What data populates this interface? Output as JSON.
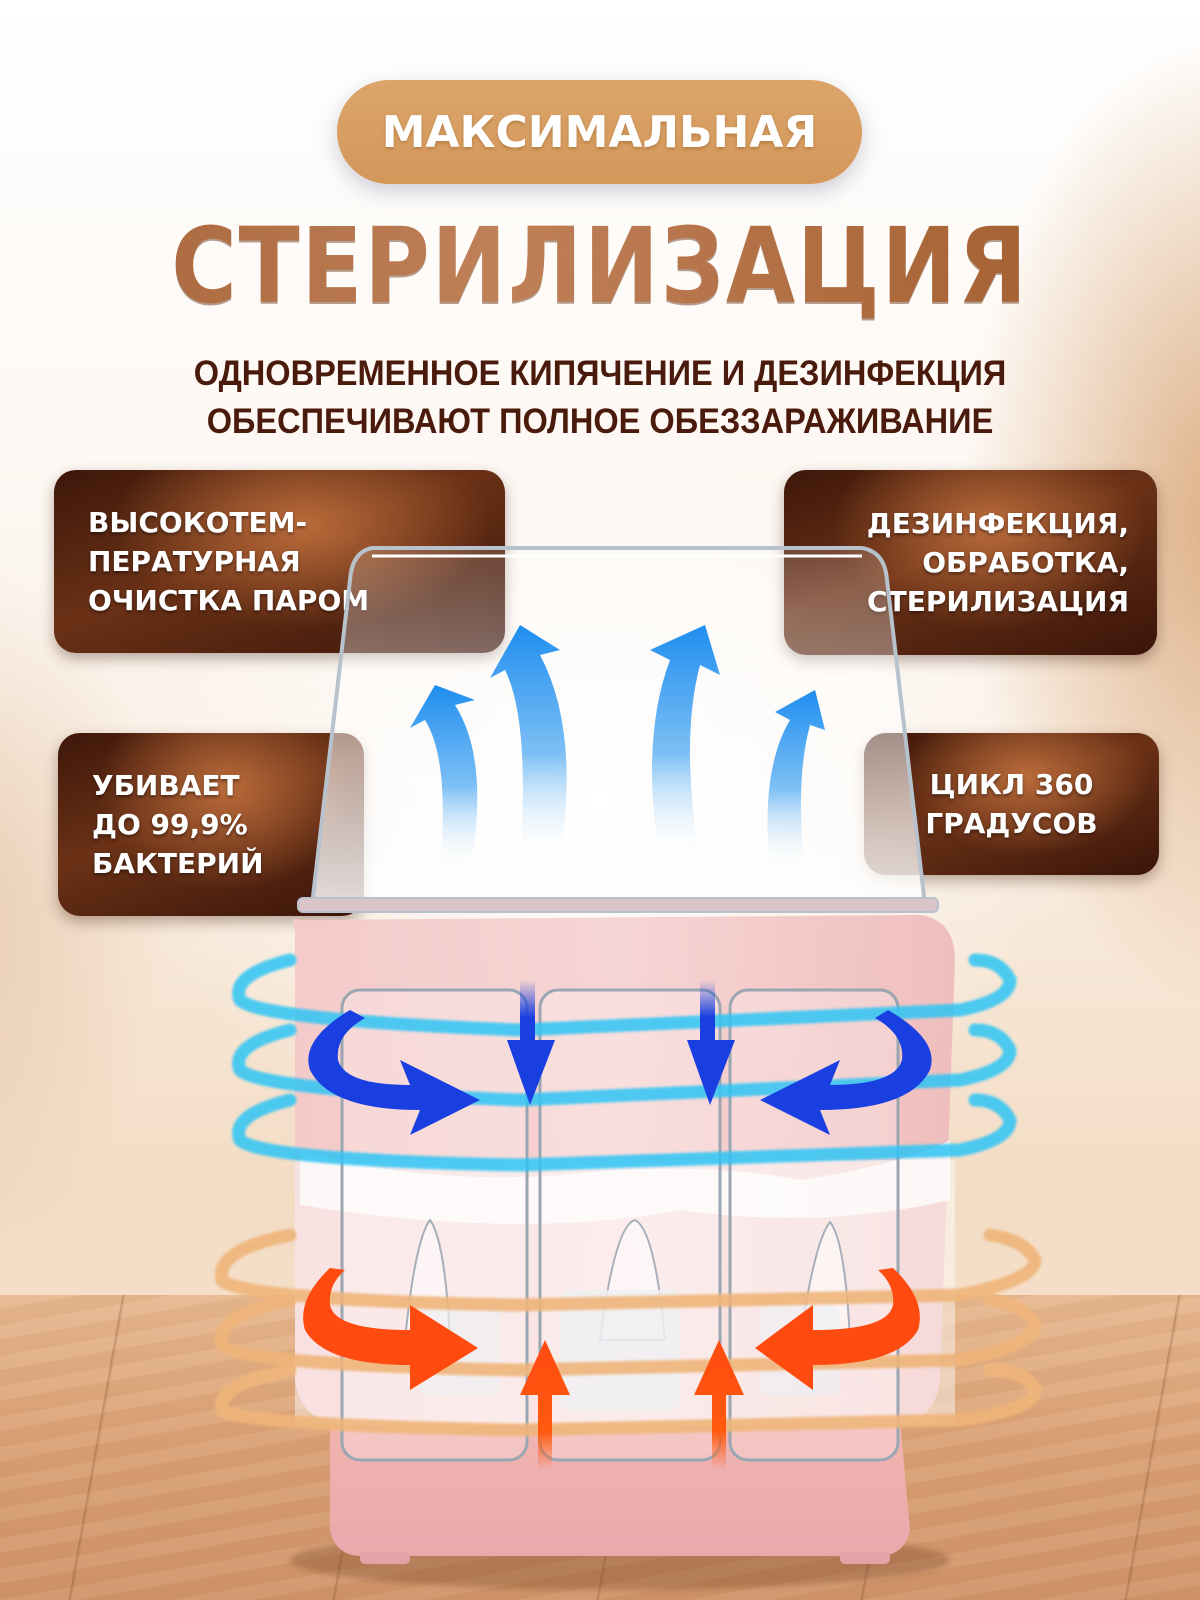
{
  "header": {
    "pill_label": "МАКСИМАЛЬНАЯ",
    "title": "СТЕРИЛИЗАЦИЯ",
    "subtitle_lines": [
      "ОДНОВРЕМЕННОЕ КИПЯЧЕНИЕ И ДЕЗИНФЕКЦИЯ",
      "ОБЕСПЕЧИВАЮТ ПОЛНОЕ ОБЕЗЗАРАЖИВАНИЕ"
    ]
  },
  "badges": {
    "steam": {
      "lines": [
        "ВЫСОКОТЕМ-",
        "ПЕРАТУРНАЯ",
        "ОЧИСТКА ПАРОМ"
      ]
    },
    "disinfection": {
      "lines": [
        "ДЕЗИНФЕКЦИЯ,",
        "ОБРАБОТКА,",
        "СТЕРИЛИЗАЦИЯ"
      ]
    },
    "bacteria": {
      "lines": [
        "УБИВАЕТ",
        "ДО 99,9%",
        "БАКТЕРИЙ"
      ]
    },
    "cycle": {
      "lines": [
        "ЦИКЛ 360",
        "ГРАДУСОВ"
      ]
    }
  },
  "product": {
    "name": "bottle-sterilizer",
    "body_color": "#f4c3c3",
    "lid": "transparent-dome",
    "bottles_count": 3,
    "steam_arrows_up_count": 4,
    "cold_arrows_color": "#1a3fe0",
    "hot_arrows_color": "#ff4a10",
    "cold_rings_color": "#2ec5f5",
    "hot_rings_color": "#efb57a"
  },
  "colors": {
    "pill": "#d9a266",
    "title": "#b06f3e",
    "subtitle": "#4a1a0c",
    "badge_dark": "#3e170a",
    "badge_light": "#b86a3a",
    "steam_arrow": "#2a8ff0"
  }
}
